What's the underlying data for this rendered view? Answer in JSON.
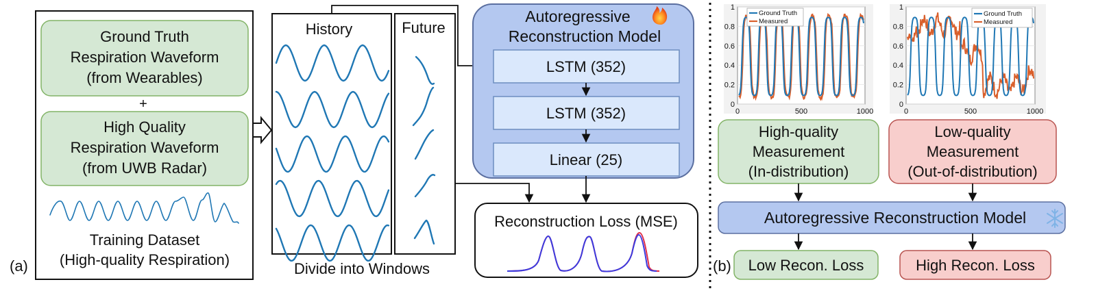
{
  "panel_a": {
    "label": "(a)",
    "ground_truth_box": [
      "Ground Truth",
      "Respiration Waveform",
      "(from Wearables)"
    ],
    "plus": "+",
    "high_quality_box": [
      "High Quality",
      "Respiration Waveform",
      "(from UWB Radar)"
    ],
    "training_dataset": [
      "Training Dataset",
      "(High-quality Respiration)"
    ],
    "history_label": "History",
    "future_label": "Future",
    "divide_label": "Divide into Windows",
    "model_title": [
      "Autoregressive",
      "Reconstruction Model"
    ],
    "model_icon": "fire-icon",
    "layers": [
      "LSTM (352)",
      "LSTM (352)",
      "Linear (25)"
    ],
    "loss_label": "Reconstruction Loss (MSE)"
  },
  "panel_b": {
    "label": "(b)",
    "plot_high": {
      "legend": [
        "Ground Truth",
        "Measured"
      ],
      "yticks": [
        "1",
        "0.8",
        "0.6",
        "0.4",
        "0.2",
        "0"
      ],
      "xticks": [
        "0",
        "500",
        "1000"
      ]
    },
    "plot_low": {
      "legend": [
        "Ground Truth",
        "Measured"
      ],
      "yticks": [
        "1",
        "0.8",
        "0.6",
        "0.4",
        "0.2",
        "0"
      ],
      "xticks": [
        "0",
        "500",
        "1000"
      ]
    },
    "high_box": [
      "High-quality",
      "Measurement",
      "(In-distribution)"
    ],
    "low_box": [
      "Low-quality",
      "Measurement",
      "(Out-of-distribution)"
    ],
    "model_label": "Autoregressive Reconstruction Model",
    "model_icon": "snowflake-icon",
    "low_loss": "Low Recon. Loss",
    "high_loss": "High Recon. Loss"
  },
  "colors": {
    "green_fill": "#d5e8d4",
    "green_stroke": "#82b366",
    "red_fill": "#f8cecc",
    "red_stroke": "#b85450",
    "blue_fill": "#b4c8f0",
    "blue_stroke": "#5b6fa0",
    "layer_fill": "#dae8fc",
    "layer_stroke": "#6c8ebf",
    "ground_truth": "#1f77b4",
    "measured": "#d95f2b"
  }
}
